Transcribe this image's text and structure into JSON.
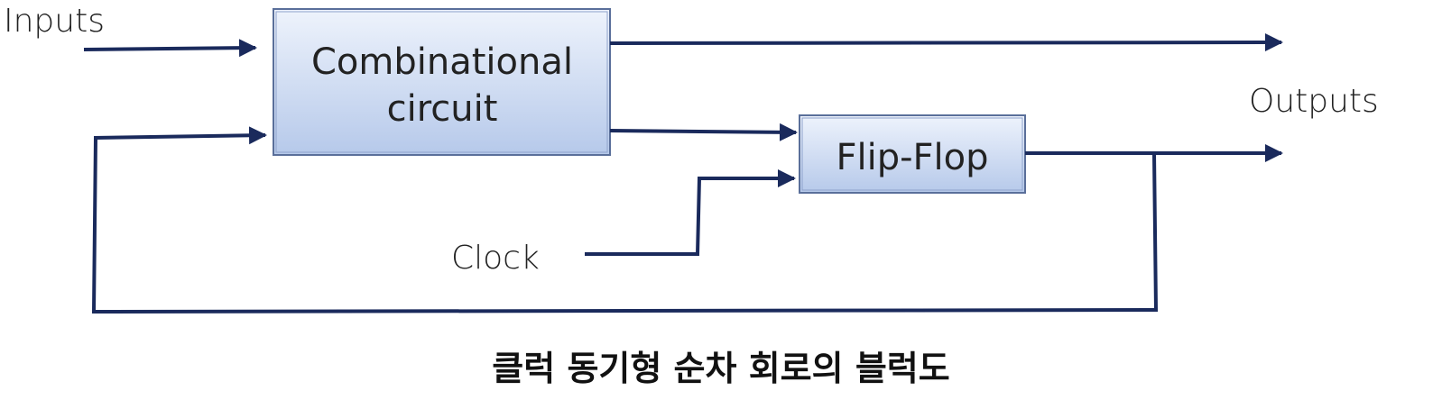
{
  "labels": {
    "inputs": "Inputs",
    "outputs": "Outputs",
    "clock": "Clock"
  },
  "blocks": {
    "combinational_line1": "Combinational",
    "combinational_line2": "circuit",
    "flip_flop": "Flip-Flop"
  },
  "caption": "클럭 동기형 순차 회로의 블럭도",
  "colors": {
    "line": "#1a2a5c",
    "box_top": "#e8eefb",
    "box_bottom": "#b9cbec",
    "box_border": "#5a6f9a"
  }
}
